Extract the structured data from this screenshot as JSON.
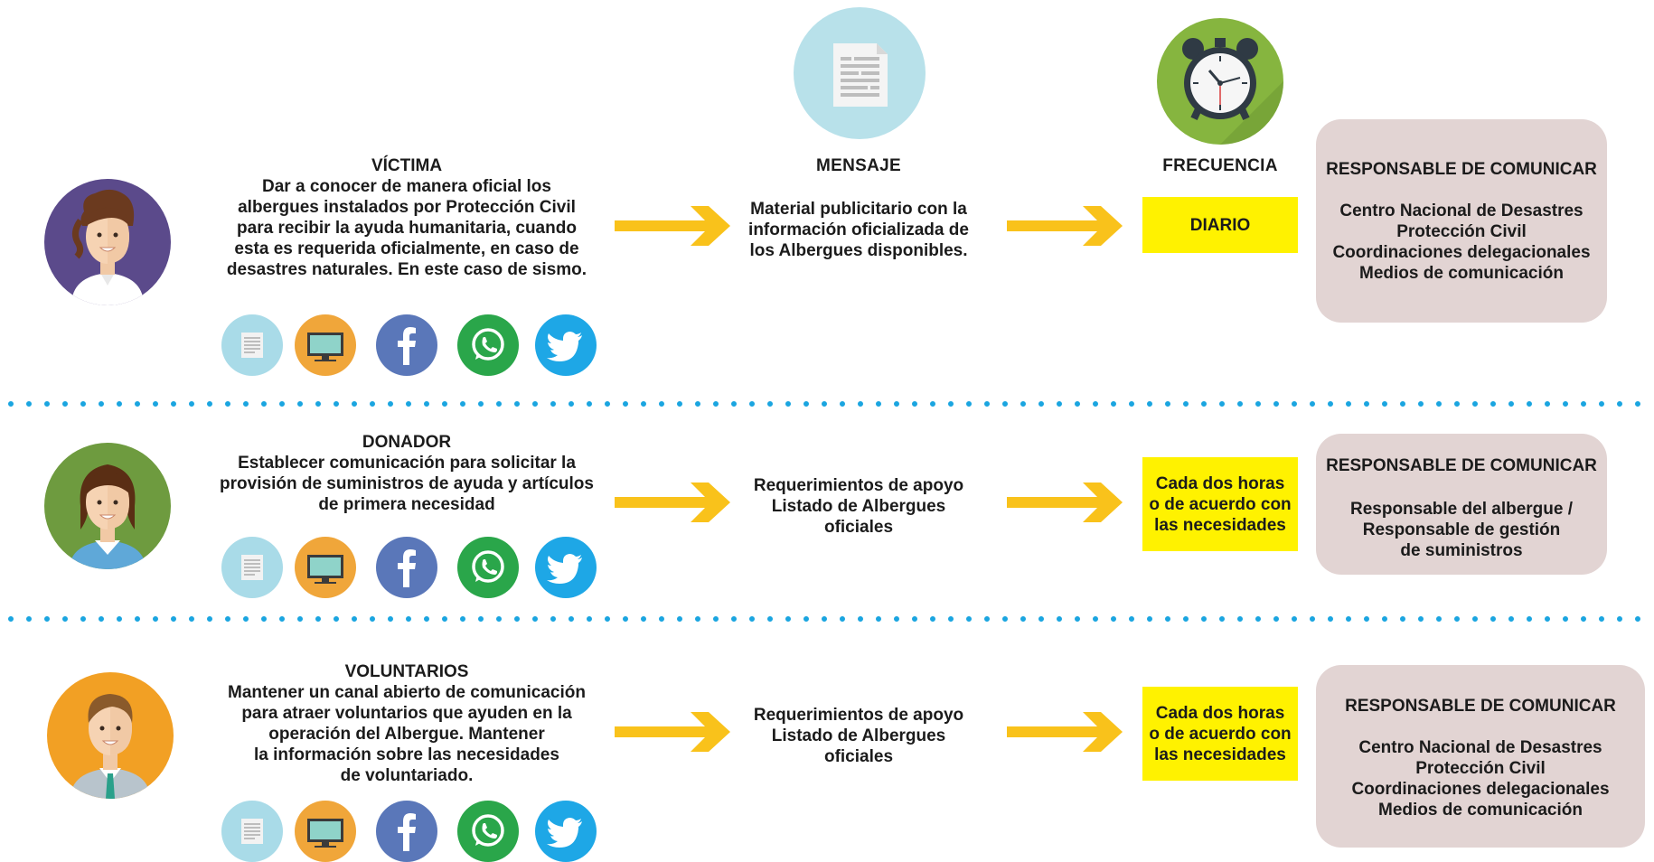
{
  "headers": {
    "mensaje": "MENSAJE",
    "frecuencia": "FRECUENCIA"
  },
  "rows": [
    {
      "role": "VÍCTIMA",
      "description": [
        "Dar a conocer de manera oficial los",
        "albergues instalados por Protección Civil",
        "para recibir la ayuda humanitaria, cuando",
        "esta es requerida oficialmente, en caso de",
        "desastres naturales. En este caso de sismo."
      ],
      "message": [
        "Material publicitario con la",
        "información oficializada de",
        "los Albergues disponibles."
      ],
      "frequency": [
        "DIARIO"
      ],
      "responsible_title": "RESPONSABLE DE COMUNICAR",
      "responsible": [
        "Centro Nacional de Desastres",
        "Protección Civil",
        "Coordinaciones delegacionales",
        "Medios de comunicación"
      ],
      "avatar_color": "#5b4a8b"
    },
    {
      "role": "DONADOR",
      "description": [
        "Establecer comunicación para solicitar la",
        "provisión de suministros de ayuda y artículos",
        "de primera necesidad"
      ],
      "message": [
        "Requerimientos de apoyo",
        "Listado de Albergues",
        "oficiales"
      ],
      "frequency": [
        "Cada dos horas",
        "o de acuerdo con",
        "las necesidades"
      ],
      "responsible_title": "RESPONSABLE DE COMUNICAR",
      "responsible": [
        "Responsable del albergue /",
        "Responsable de gestión",
        "de suministros"
      ],
      "avatar_color": "#6e9b3f"
    },
    {
      "role": "VOLUNTARIOS",
      "description": [
        "Mantener un canal abierto de comunicación",
        "para atraer voluntarios que ayuden en la",
        "operación del Albergue. Mantener",
        "la información sobre las necesidades",
        "de voluntariado."
      ],
      "message": [
        "Requerimientos de apoyo",
        "Listado de Albergues",
        "oficiales"
      ],
      "frequency": [
        "Cada dos horas",
        "o de acuerdo con",
        "las necesidades"
      ],
      "responsible_title": "RESPONSABLE DE COMUNICAR",
      "responsible": [
        "Centro Nacional de Desastres",
        "Protección Civil",
        "Coordinaciones delegacionales",
        "Medios de comunicación"
      ],
      "avatar_color": "#f2a024"
    }
  ],
  "social_icons": [
    "newspaper-icon",
    "television-icon",
    "facebook-icon",
    "whatsapp-icon",
    "twitter-icon"
  ],
  "colors": {
    "arrow": "#f9c21b",
    "frequency_box": "#fff200",
    "responsible_box": "#e2d4d3",
    "divider_dots": "#1aa5e0",
    "facebook": "#5a77b9",
    "whatsapp": "#2aa64a",
    "twitter": "#1ea7e6",
    "newspaper": "#a9dbe8",
    "television": "#f0a63a",
    "clock_bg": "#86b53f",
    "doc_bg": "#b8e1ea"
  }
}
